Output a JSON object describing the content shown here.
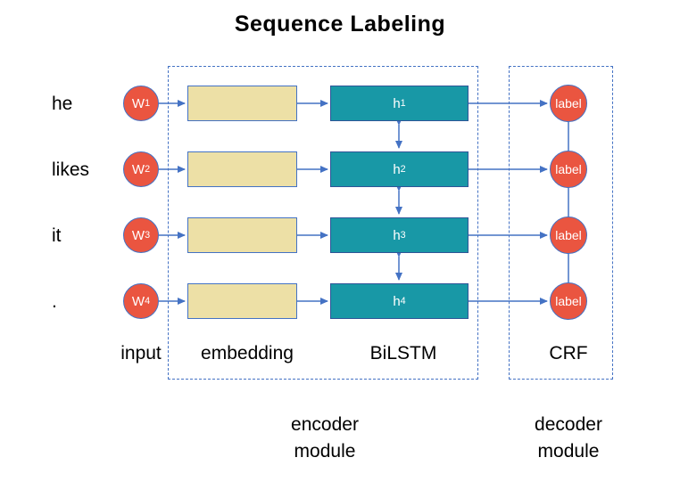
{
  "title": "Sequence Labeling",
  "colors": {
    "background": "#ffffff",
    "arrow_blue": "#4472c4",
    "node_red_fill": "#ea5540",
    "node_border_blue": "#4472c4",
    "embedding_fill": "#ede0a6",
    "embedding_border": "#4472c4",
    "bilstm_fill": "#1898a6",
    "bilstm_border": "#2f5597",
    "text_black": "#000000",
    "node_text_white": "#ffffff"
  },
  "rows": [
    {
      "word": "he",
      "input": {
        "base": "W",
        "sub": "1"
      },
      "hidden": {
        "base": "h",
        "sub": "1"
      },
      "output": "label"
    },
    {
      "word": "likes",
      "input": {
        "base": "W",
        "sub": "2"
      },
      "hidden": {
        "base": "h",
        "sub": "2"
      },
      "output": "label"
    },
    {
      "word": "it",
      "input": {
        "base": "W",
        "sub": "3"
      },
      "hidden": {
        "base": "h",
        "sub": "3"
      },
      "output": "label"
    },
    {
      "word": ".",
      "input": {
        "base": "W",
        "sub": "4"
      },
      "hidden": {
        "base": "h",
        "sub": "4"
      },
      "output": "label"
    }
  ],
  "column_labels": {
    "input": "input",
    "embedding": "embedding",
    "bilstm": "BiLSTM",
    "crf": "CRF"
  },
  "modules": {
    "encoder": {
      "line1": "encoder",
      "line2": "module"
    },
    "decoder": {
      "line1": "decoder",
      "line2": "module"
    }
  }
}
